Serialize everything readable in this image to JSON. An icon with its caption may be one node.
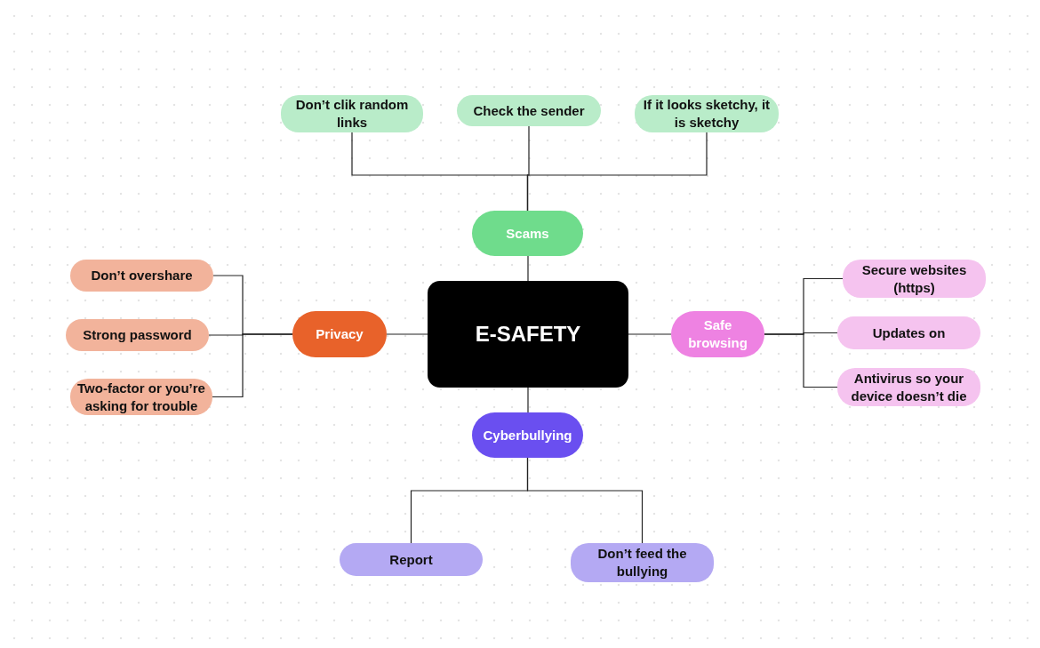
{
  "diagram": {
    "nodes": [
      {
        "text": [
          "E-SAFETY"
        ]
      },
      {
        "text": [
          "Scams"
        ]
      },
      {
        "text": [
          "Don’t clik random links"
        ]
      },
      {
        "text": [
          "Check the sender"
        ]
      },
      {
        "text": [
          "If it looks sketchy, it is sketchy"
        ]
      },
      {
        "text": [
          "Privacy"
        ]
      },
      {
        "text": [
          "Don’t overshare"
        ]
      },
      {
        "text": [
          "Strong password"
        ]
      },
      {
        "text": [
          "Two-factor or you’re asking for trouble"
        ]
      },
      {
        "text": [
          "Safe browsing"
        ]
      },
      {
        "text": [
          "Secure websites (https)"
        ]
      },
      {
        "text": [
          "Updates on"
        ]
      },
      {
        "text": [
          "Antivirus so your device doesn’t die"
        ]
      },
      {
        "text": [
          "Cyberbullying"
        ]
      },
      {
        "text": [
          "Report"
        ]
      },
      {
        "text": [
          "Don’t feed the bullying"
        ]
      }
    ],
    "edges": [
      {
        "from": 0,
        "to": 1,
        "arrow": "none"
      },
      {
        "from": 1,
        "to": 2,
        "arrow": "none"
      },
      {
        "from": 1,
        "to": 3,
        "arrow": "none"
      },
      {
        "from": 1,
        "to": 4,
        "arrow": "none"
      },
      {
        "from": 0,
        "to": 5,
        "arrow": "none"
      },
      {
        "from": 5,
        "to": 6,
        "arrow": "none"
      },
      {
        "from": 5,
        "to": 7,
        "arrow": "none"
      },
      {
        "from": 5,
        "to": 8,
        "arrow": "none"
      },
      {
        "from": 0,
        "to": 9,
        "arrow": "none"
      },
      {
        "from": 9,
        "to": 10,
        "arrow": "none"
      },
      {
        "from": 9,
        "to": 11,
        "arrow": "none"
      },
      {
        "from": 9,
        "to": 12,
        "arrow": "none"
      },
      {
        "from": 0,
        "to": 13,
        "arrow": "none"
      },
      {
        "from": 13,
        "to": 14,
        "arrow": "none"
      },
      {
        "from": 13,
        "to": 15,
        "arrow": "none"
      }
    ]
  }
}
